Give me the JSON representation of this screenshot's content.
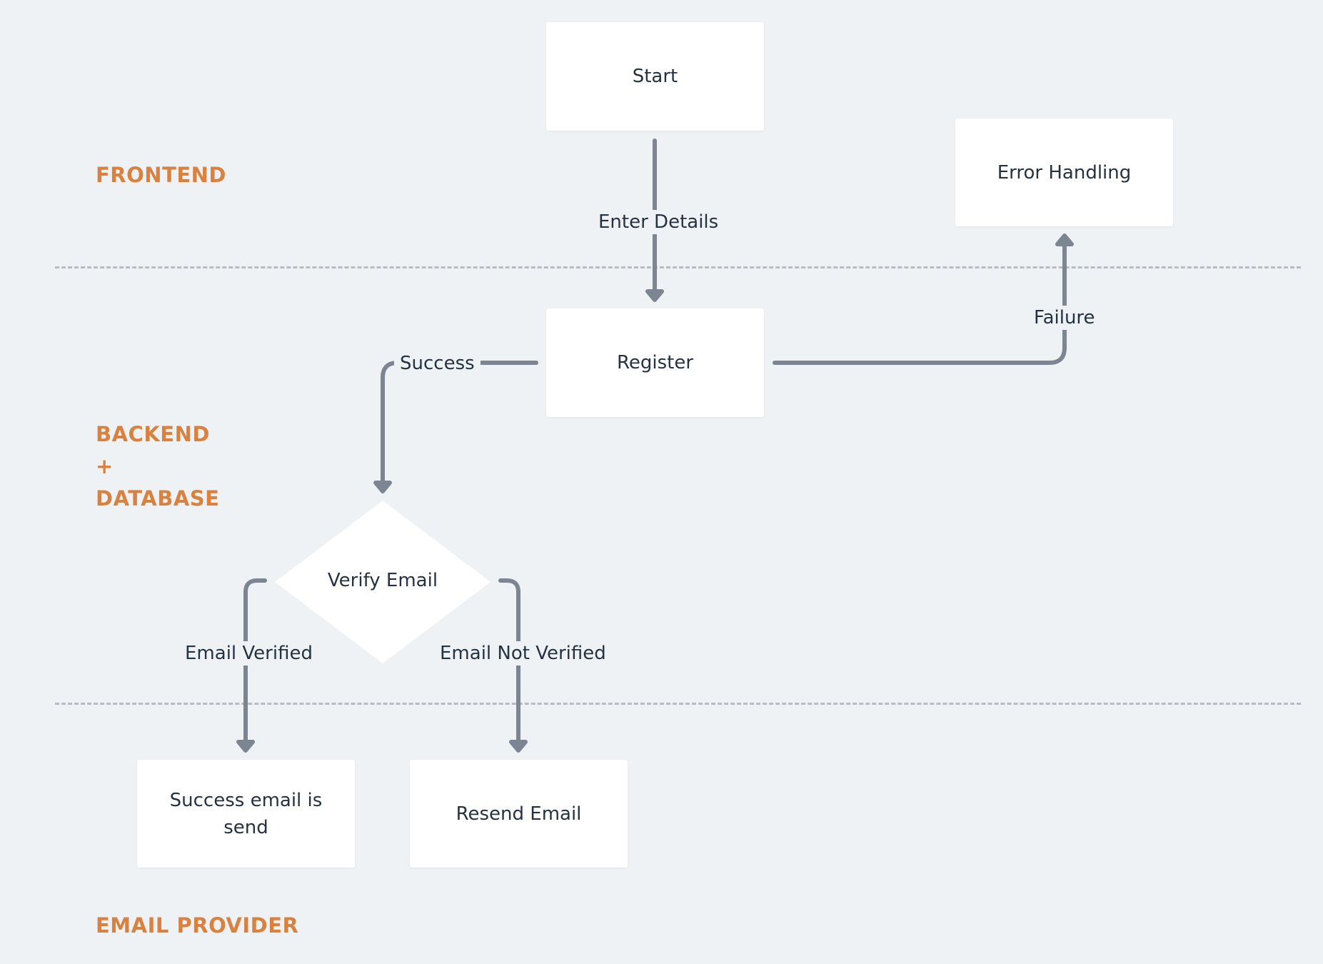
{
  "lanes": {
    "frontend": "FRONTEND",
    "backend": [
      "BACKEND",
      "+",
      "DATABASE"
    ],
    "email_provider": "EMAIL PROVIDER"
  },
  "nodes": {
    "start": "Start",
    "error_handling": "Error Handling",
    "register": "Register",
    "verify_email": "Verify Email",
    "success_email": [
      "Success email is",
      "send"
    ],
    "resend_email": "Resend Email"
  },
  "edges": {
    "enter_details": "Enter Details",
    "failure": "Failure",
    "success": "Success",
    "email_verified": "Email Verified",
    "email_not_verified": "Email Not Verified"
  },
  "colors": {
    "background": "#eff2f5",
    "lane_label": "#d9823f",
    "node_fill": "#ffffff",
    "connector": "#7c8591",
    "divider": "#b7bcc3",
    "text": "#253242"
  }
}
